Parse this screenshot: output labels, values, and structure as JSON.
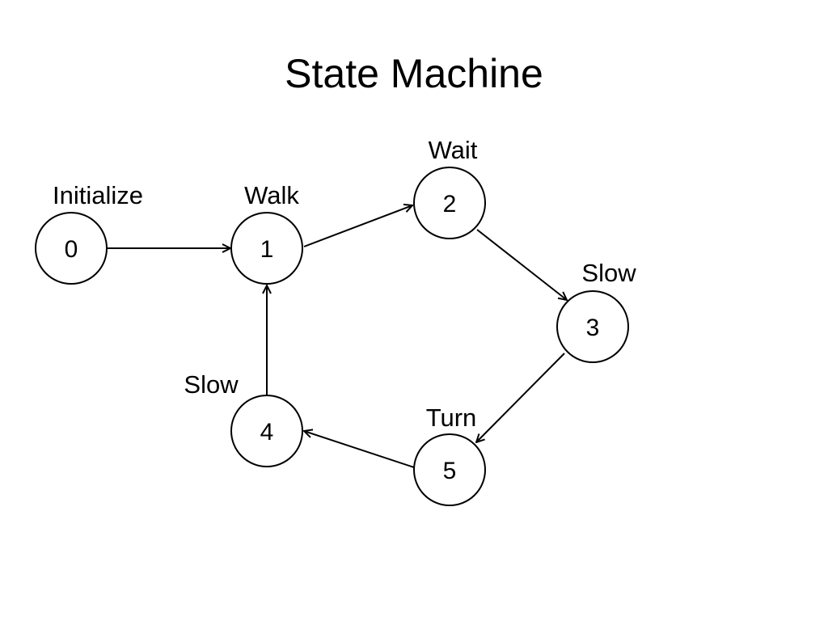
{
  "title": "State Machine",
  "states": [
    {
      "id": "0",
      "name": "Initialize"
    },
    {
      "id": "1",
      "name": "Walk"
    },
    {
      "id": "2",
      "name": "Wait"
    },
    {
      "id": "3",
      "name": "Slow"
    },
    {
      "id": "4",
      "name": "Slow"
    },
    {
      "id": "5",
      "name": "Turn"
    }
  ],
  "transitions": [
    {
      "from": "0",
      "to": "1"
    },
    {
      "from": "1",
      "to": "2"
    },
    {
      "from": "2",
      "to": "3"
    },
    {
      "from": "3",
      "to": "5"
    },
    {
      "from": "5",
      "to": "4"
    },
    {
      "from": "4",
      "to": "1"
    }
  ]
}
